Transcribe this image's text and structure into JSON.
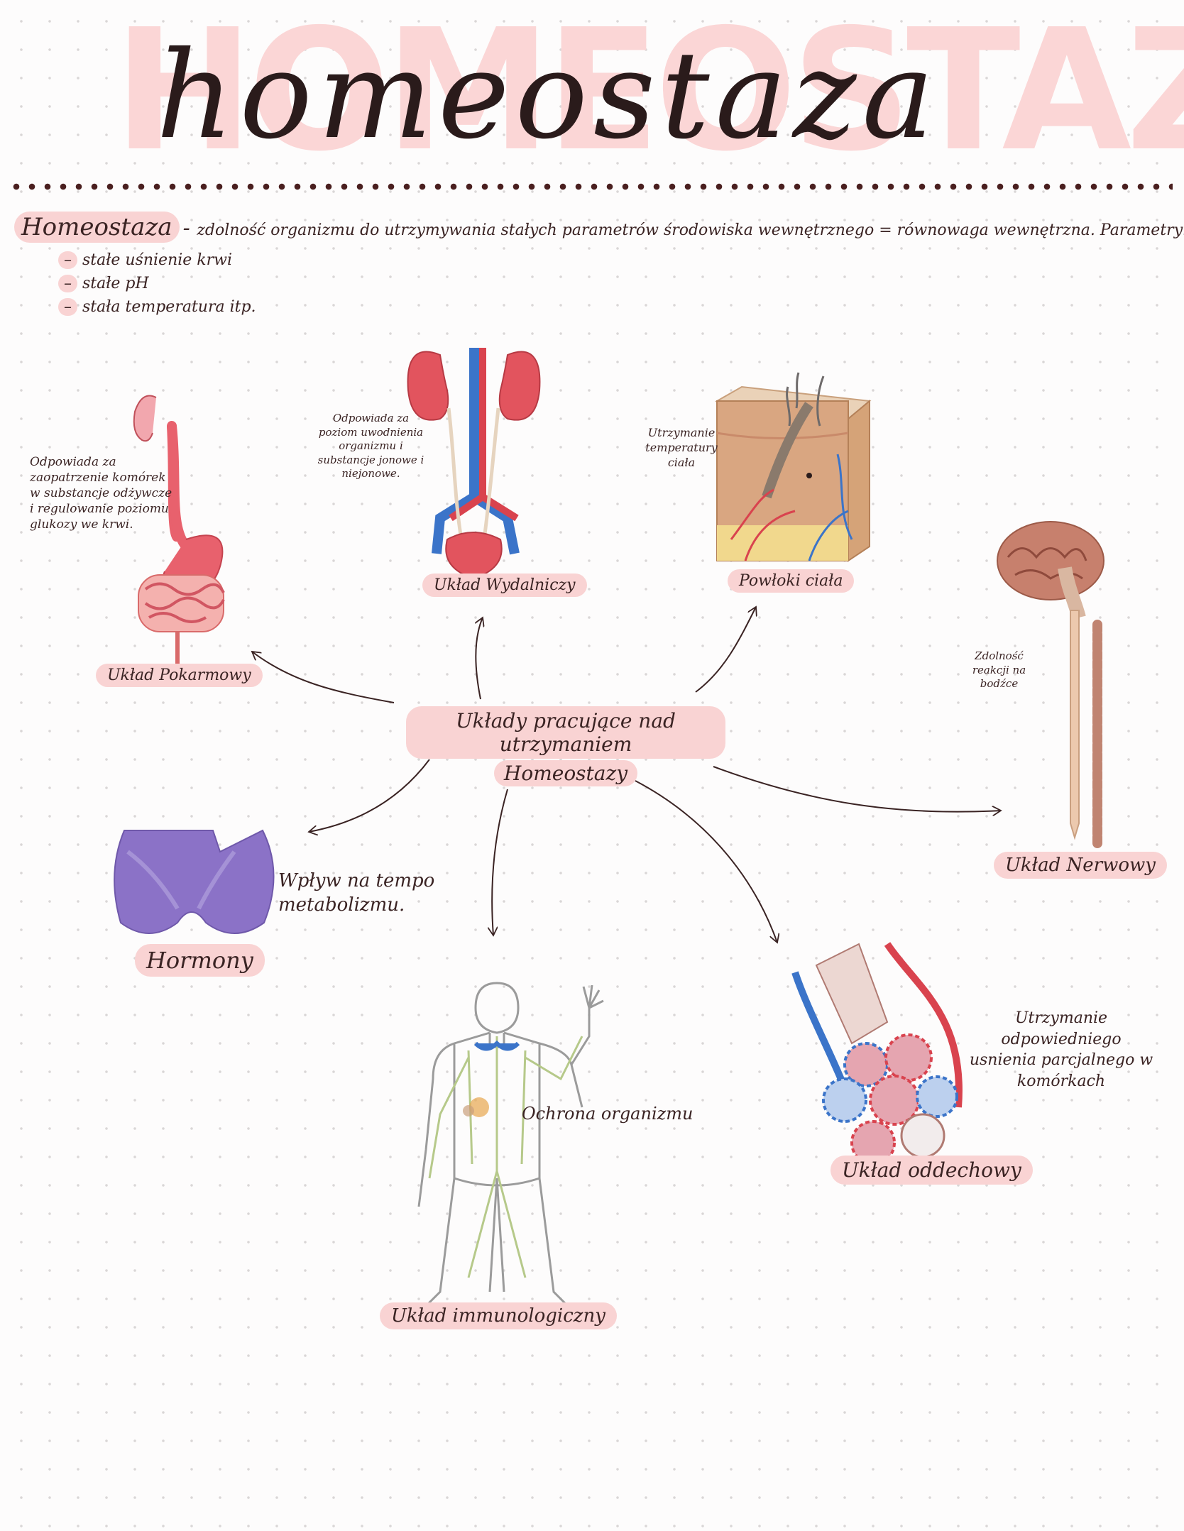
{
  "title": {
    "block": "HOMEOSTAZA",
    "script": "homeostaza"
  },
  "definition": {
    "term": "Homeostaza",
    "text": "zdolność organizmu do utrzymywania stałych parametrów środowiska wewnętrznego = równowaga wewnętrzna. Parametry:",
    "params": [
      "stałe uśnienie krwi",
      "stałe pH",
      "stała temperatura itp."
    ]
  },
  "center": {
    "line1": "Układy pracujące nad utrzymaniem",
    "line2": "Homeostazy"
  },
  "systems": {
    "digestive": {
      "label": "Układ Pokarmowy",
      "note": "Odpowiada za zaopatrzenie komórek w substancje odżywcze i regulowanie poziomu glukozy we krwi."
    },
    "urinary": {
      "label": "Układ Wydalniczy",
      "note": "Odpowiada za poziom uwodnienia organizmu i substancje jonowe i niejonowe."
    },
    "skin": {
      "label": "Powłoki ciała",
      "note": "Utrzymanie temperatury ciała"
    },
    "nervous": {
      "label": "Układ Nerwowy",
      "note": "Zdolność reakcji na bodźce"
    },
    "hormones": {
      "label": "Hormony",
      "note": "Wpływ na tempo metabolizmu."
    },
    "immune": {
      "label": "Układ immunologiczny",
      "note": "Ochrona organizmu"
    },
    "respiratory": {
      "label": "Układ oddechowy",
      "note": "Utrzymanie odpowiedniego usnienia parcjalnego w komórkach"
    }
  },
  "colors": {
    "highlight": "#f9d3d3",
    "ink": "#3a2323",
    "artery": "#d9434e",
    "vein": "#3b74c9"
  }
}
